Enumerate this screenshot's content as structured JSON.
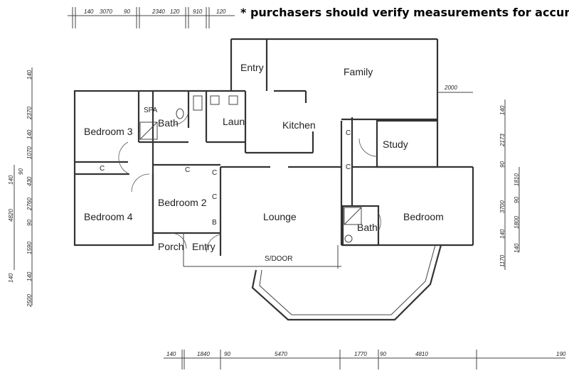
{
  "note": "* purchasers should verify measurements for accuracy",
  "rooms": {
    "entry_top": "Entry",
    "family": "Family",
    "spa": "SPA",
    "bath1": "Bath",
    "laun": "Laun",
    "kitchen": "Kitchen",
    "bedroom3": "Bedroom 3",
    "study": "Study",
    "bedroom4": "Bedroom 4",
    "bedroom2": "Bedroom 2",
    "lounge": "Lounge",
    "bedroom": "Bedroom",
    "bath2": "Bath",
    "porch": "Porch",
    "entry_bottom": "Entry",
    "sdoor": "S/DOOR"
  },
  "cupboards": [
    "C",
    "C",
    "C",
    "C",
    "C",
    "C",
    "B"
  ],
  "dims": {
    "top": [
      "140",
      "3070",
      "90",
      "2340",
      "120",
      "910",
      "120"
    ],
    "family_side": "2000",
    "left_inner": [
      "140",
      "2370",
      "140",
      "1070",
      "90",
      "430",
      "2760",
      "90",
      "1590",
      "140",
      "2500"
    ],
    "left_outer": [
      "140",
      "4820",
      "140"
    ],
    "right_outer": [
      "140",
      "2173",
      "90",
      "3700",
      "140",
      "1170"
    ],
    "right_inner": [
      "1810",
      "90",
      "1800",
      "140"
    ],
    "bottom": [
      "140",
      "1840",
      "90",
      "5470",
      "1770",
      "90",
      "4810",
      "190"
    ]
  }
}
